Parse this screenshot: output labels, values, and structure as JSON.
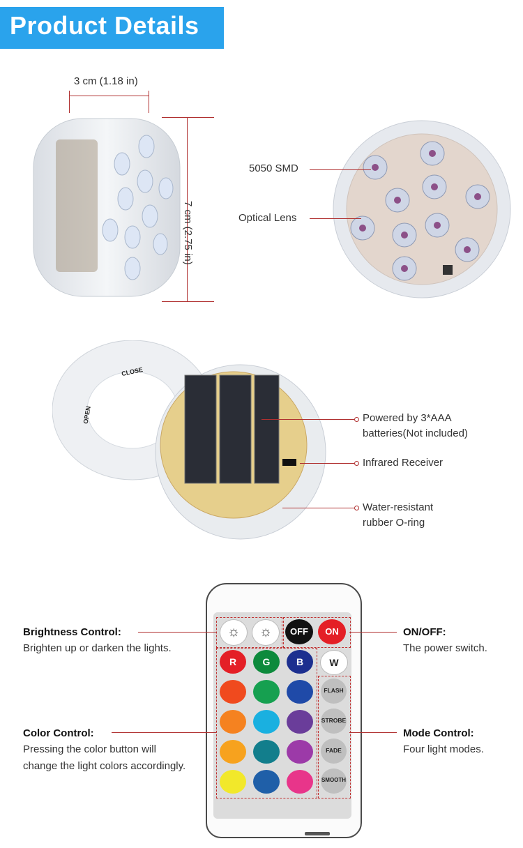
{
  "banner": {
    "title": "Product Details"
  },
  "dimensions": {
    "width": "3 cm (1.18 in)",
    "height": "7 cm (2.75 in)"
  },
  "top_labels": {
    "smd": "5050 SMD",
    "lens": "Optical Lens"
  },
  "middle_labels": {
    "battery_1": "Powered by 3*AAA",
    "battery_2": "batteries(Not included)",
    "infrared": "Infrared Receiver",
    "oring_1": "Water-resistant",
    "oring_2": "rubber O-ring"
  },
  "lid": {
    "close": "CLOSE",
    "open": "OPEN"
  },
  "remote": {
    "brightness_title": "Brightness Control:",
    "brightness_desc": "Brighten up or darken the lights.",
    "color_title": "Color Control:",
    "color_desc_1": "Pressing the color button will",
    "color_desc_2": "change the light colors accordingly.",
    "onoff_title": "ON/OFF:",
    "onoff_desc": "The power switch.",
    "mode_title": "Mode Control:",
    "mode_desc": "Four light modes.",
    "buttons": {
      "off": "OFF",
      "on": "ON",
      "r": "R",
      "g": "G",
      "b": "B",
      "w": "W",
      "flash": "FLASH",
      "strobe": "STROBE",
      "fade": "FADE",
      "smooth": "SMOOTH"
    },
    "color_rows": [
      [
        "#e41f26",
        "#0d8a3c",
        "#1c2f8f"
      ],
      [
        "#f04a1e",
        "#16a050",
        "#1f4aa8"
      ],
      [
        "#f58220",
        "#1ab0e0",
        "#6a3d9a"
      ],
      [
        "#f7a21e",
        "#127e8c",
        "#9c3aa8"
      ],
      [
        "#f2e82a",
        "#1f5fa8",
        "#e8358a"
      ]
    ]
  }
}
